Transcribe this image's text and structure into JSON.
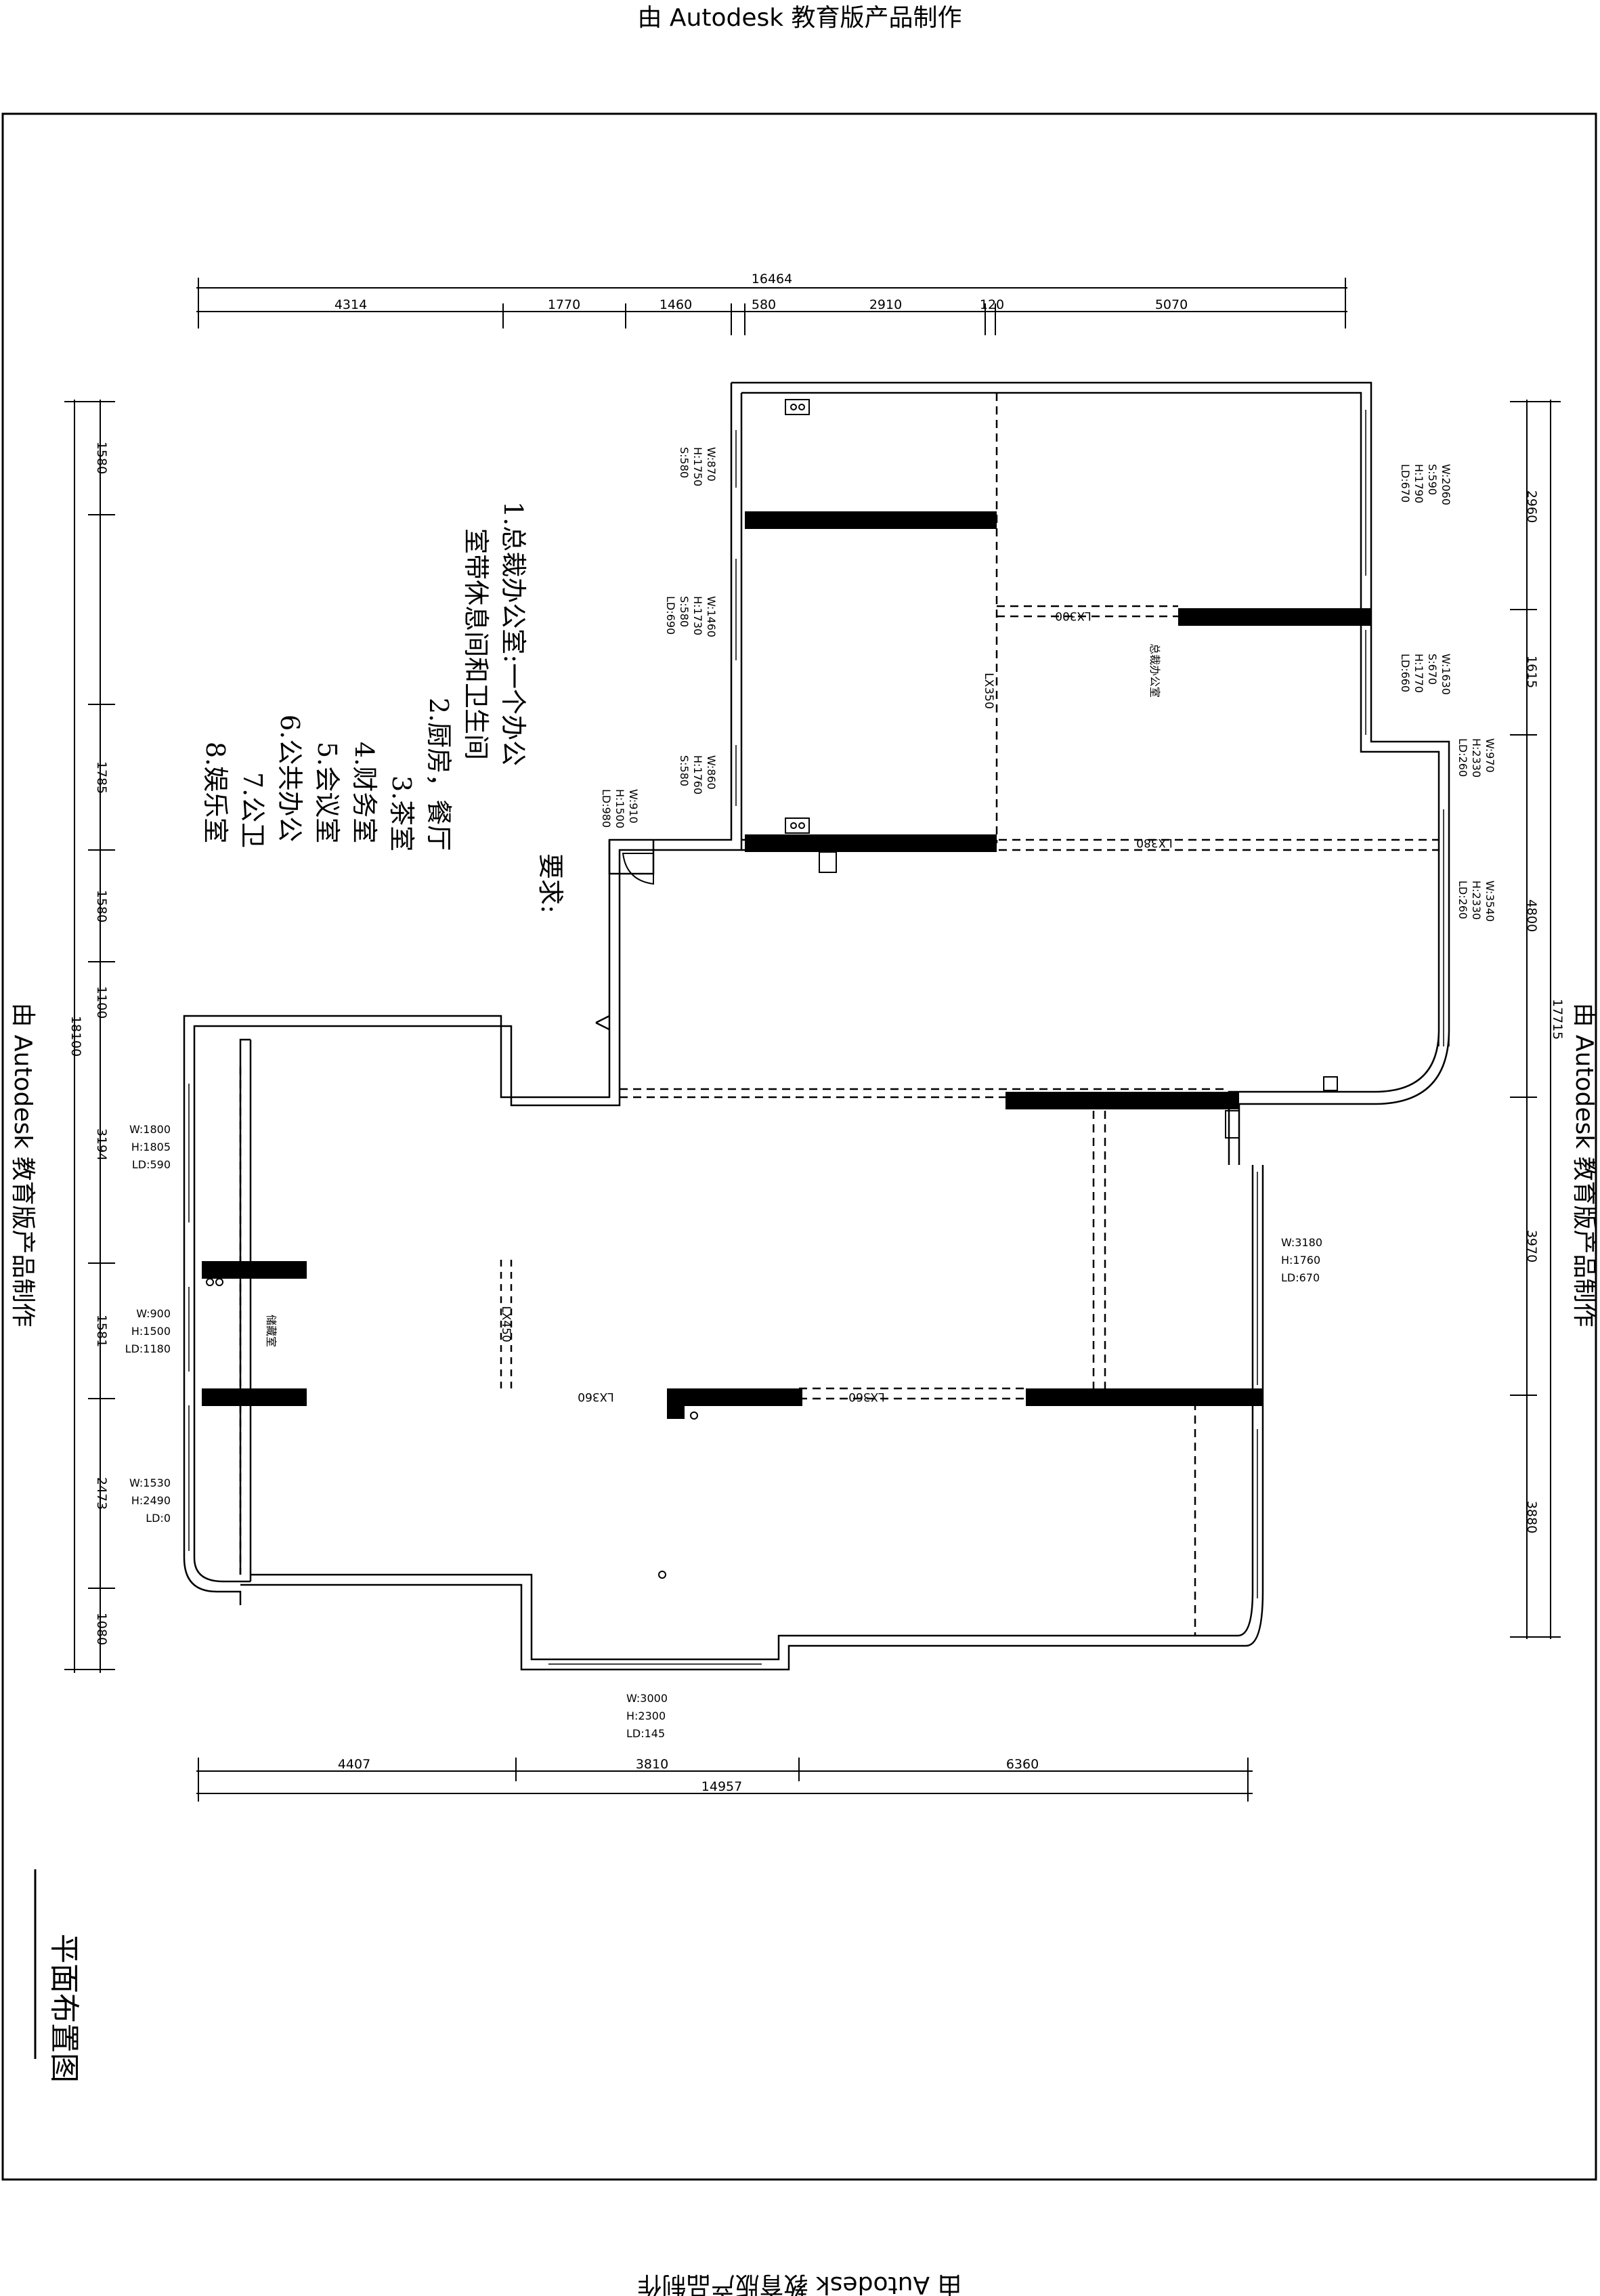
{
  "watermark": "由 Autodesk 教育版产品制作",
  "drawing_title": "平面布置图",
  "requirements": {
    "heading": "要求:",
    "lines": [
      "1.总裁办公室:一个办公",
      "室带休息间和卫生间",
      "2.厨房，餐厅",
      "3.茶室",
      "4.财务室",
      "5.会议室",
      "6.公共办公",
      "7.公卫",
      "8.娱乐室"
    ]
  },
  "dimensions": {
    "top_total": "16464",
    "top": [
      "4314",
      "1770",
      "1460",
      "580",
      "2910",
      "120",
      "5070"
    ],
    "bottom_total": "14957",
    "bottom": [
      "4407",
      "3810",
      "6360"
    ],
    "left_total": "18100",
    "left": [
      "1580",
      "1785",
      "1580",
      "1100",
      "3194",
      "1581",
      "2473",
      "1080"
    ],
    "right_total": "17715",
    "right": [
      "2960",
      "1615",
      "4800",
      "3970",
      "3880"
    ]
  },
  "windows": {
    "w870": [
      "W:870",
      "H:1750",
      "S:580"
    ],
    "w1460": [
      "W:1460",
      "H:1730",
      "S:580",
      "LD:690"
    ],
    "w860": [
      "W:860",
      "H:1760",
      "S:580"
    ],
    "w910": [
      "W:910",
      "H:1500",
      "LD:980"
    ],
    "w2060": [
      "W:2060",
      "S:590",
      "H:1790",
      "LD:670"
    ],
    "w1630": [
      "W:1630",
      "S:670",
      "H:1770",
      "LD:660"
    ],
    "w970": [
      "W:970",
      "H:2330",
      "LD:260"
    ],
    "w3540": [
      "W:3540",
      "H:2330",
      "LD:260"
    ],
    "w1800": [
      "W:1800",
      "H:1805",
      "LD:590"
    ],
    "w900": [
      "W:900",
      "H:1500",
      "LD:1180"
    ],
    "w1530": [
      "W:1530",
      "H:2490",
      "LD:0"
    ],
    "w3180": [
      "W:3180",
      "H:1760",
      "LD:670"
    ],
    "w3000": [
      "W:3000",
      "H:2300",
      "LD:145"
    ]
  },
  "beams": {
    "lx300": "LX300",
    "lx350": "LX350",
    "lx380": "LX380",
    "lx450": "LX450",
    "lx360a": "LX360",
    "lx360b": "LX360"
  },
  "rooms": {
    "ceo_office": "总裁办公室",
    "storage": "储藏室"
  }
}
